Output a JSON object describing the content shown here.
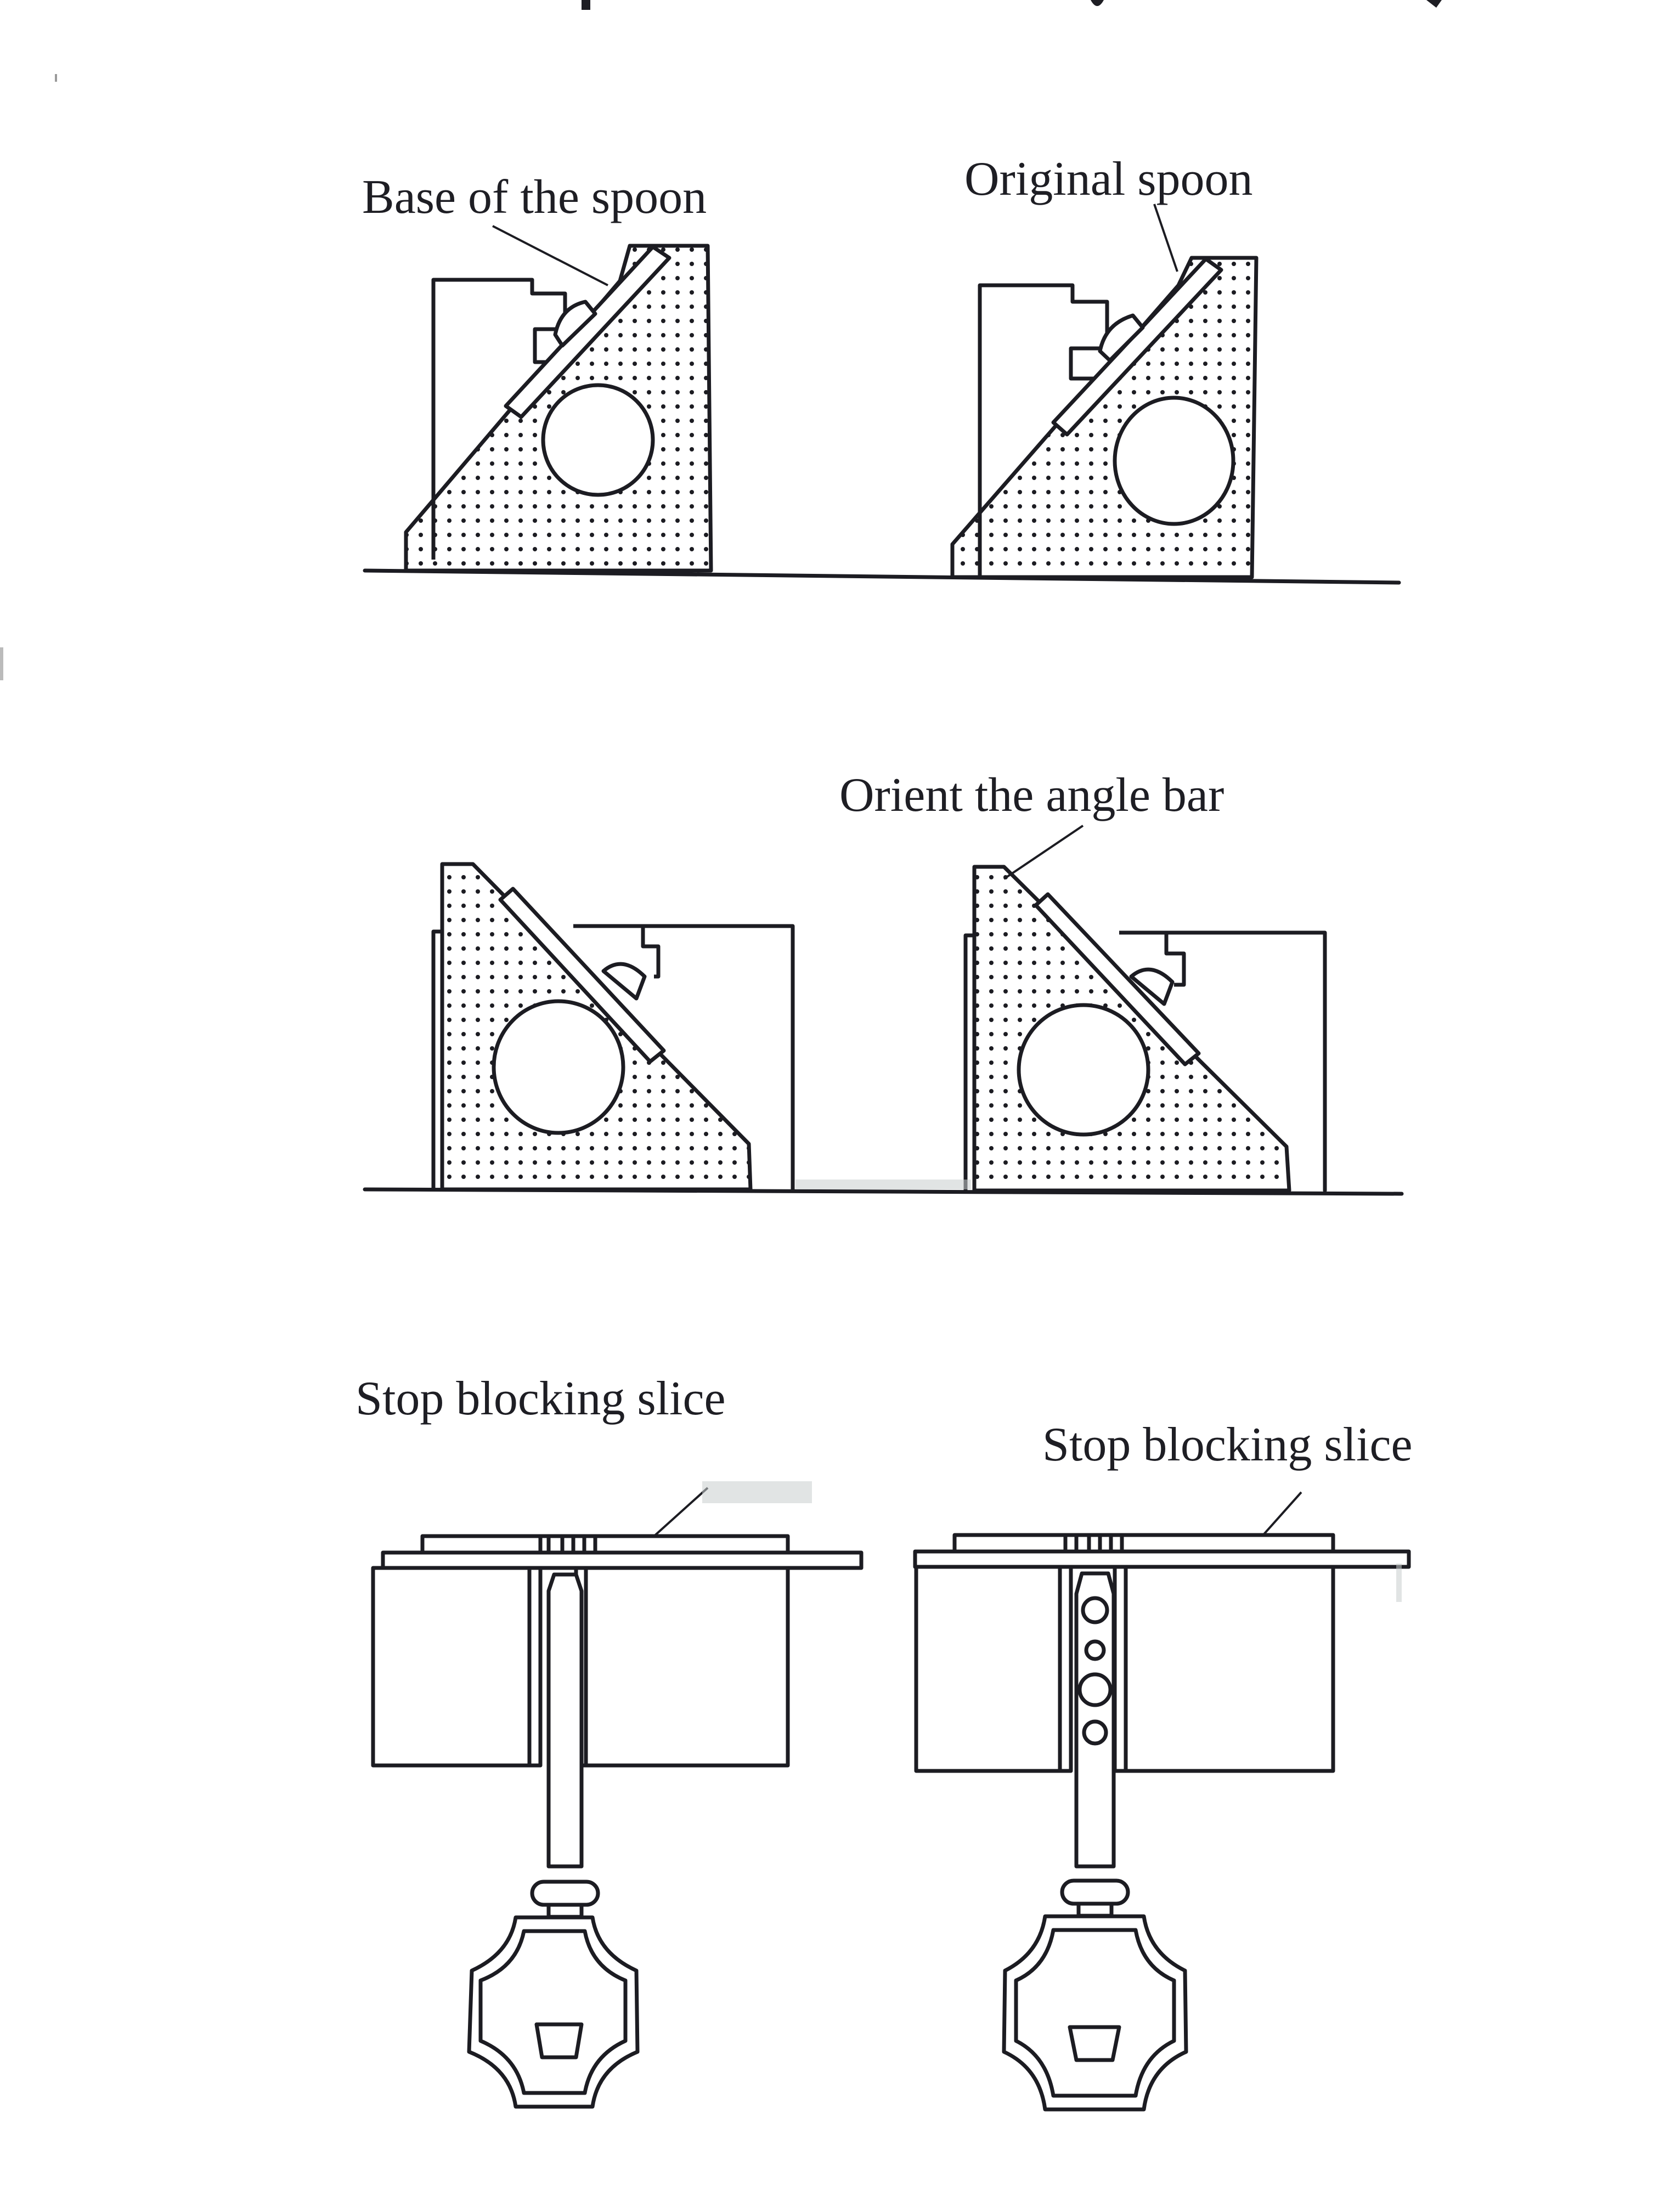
{
  "page": {
    "background": "#ffffff",
    "ink_color": "#1c1c22"
  },
  "figure_row_1": {
    "left": {
      "label": "Base of the spoon"
    },
    "right": {
      "label": "Original spoon"
    }
  },
  "figure_row_2": {
    "right": {
      "label": "Orient the angle bar"
    }
  },
  "figure_row_3": {
    "left": {
      "label": "Stop blocking slice"
    },
    "right": {
      "label": "Stop blocking slice",
      "pin_holes": 4
    }
  }
}
